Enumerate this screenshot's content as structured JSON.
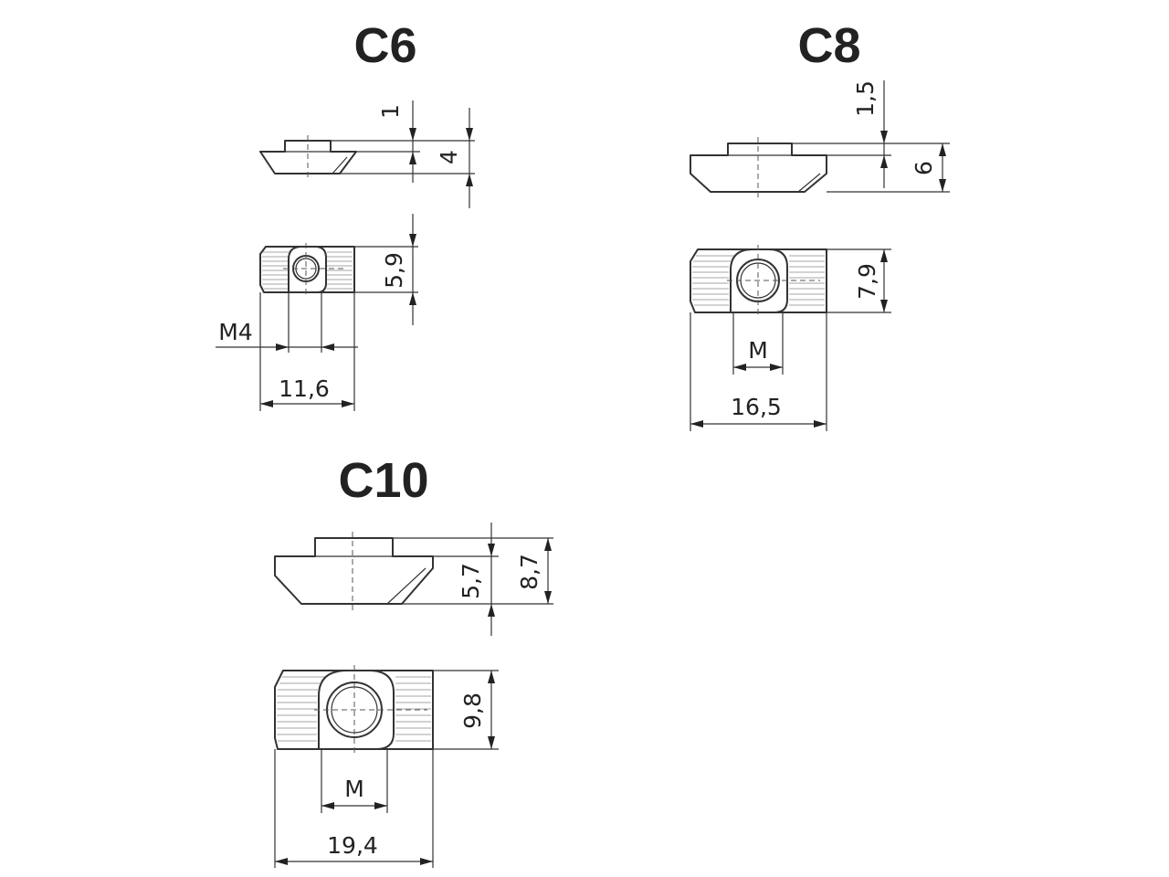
{
  "parts": [
    {
      "id": "c6",
      "title": "C6",
      "dimensions": {
        "step_height": "1",
        "total_height": "4",
        "width": "5,9",
        "thread": "M4",
        "length": "11,6"
      }
    },
    {
      "id": "c8",
      "title": "C8",
      "dimensions": {
        "step_height": "1,5",
        "total_height": "6",
        "width": "7,9",
        "thread": "M",
        "length": "16,5"
      }
    },
    {
      "id": "c10",
      "title": "C10",
      "dimensions": {
        "body_height": "5,7",
        "total_height": "8,7",
        "width": "9,8",
        "thread": "M",
        "length": "19,4"
      }
    }
  ]
}
